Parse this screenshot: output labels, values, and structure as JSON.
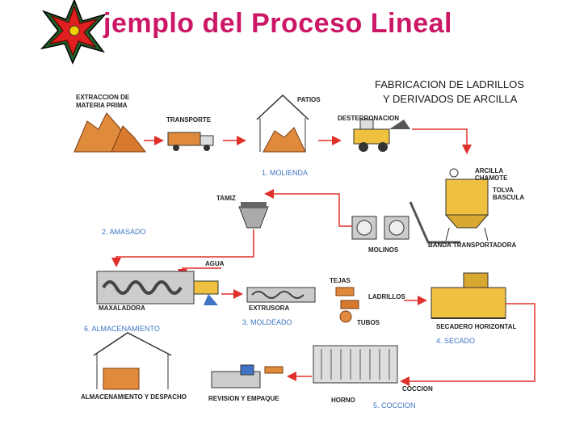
{
  "title": "Ejemplo del Proceso Lineal",
  "title_visible": "jemplo del Proceso Lineal",
  "heading_line1": "FABRICACION DE LADRILLOS",
  "heading_line2": "Y DERIVADOS DE ARCILLA",
  "labels": {
    "extraccion_1": "EXTRACCION DE",
    "extraccion_2": "MATERIA PRIMA",
    "transporte": "TRANSPORTE",
    "patios": "PATIOS",
    "desterronacion": "DESTERRONACION",
    "arcilla": "ARCILLA",
    "chamote": "CHAMOTE",
    "tolva": "TOLVA",
    "bascula": "BASCULA",
    "tamiz": "TAMIZ",
    "molinos": "MOLINOS",
    "banda": "BANDA TRANSPORTADORA",
    "agua": "AGUA",
    "maxaladora": "MAXALADORA",
    "extrusora": "EXTRUSORA",
    "tejas": "TEJAS",
    "ladrillos": "LADRILLOS",
    "tubos": "TUBOS",
    "secadero": "SECADERO HORIZONTAL",
    "coccion_lbl": "COCCION",
    "horno": "HORNO",
    "revision": "REVISION Y EMPAQUE",
    "almacenamiento": "ALMACENAMIENTO Y DESPACHO"
  },
  "stages": {
    "s1": "1. MOLIENDA",
    "s2": "2. AMASADO",
    "s3": "3. MOLDEADO",
    "s4": "4. SECADO",
    "s5": "5. COCCION",
    "s6": "6. ALMACENAMIENTO"
  },
  "colors": {
    "title": "#cc1766",
    "arrow": "#e0302a",
    "stage_text": "#3f74c4",
    "clay": "#e08a3c",
    "machine": "#f0c040",
    "gray": "#b8b8b8"
  },
  "icon": "poinsettia-icon"
}
